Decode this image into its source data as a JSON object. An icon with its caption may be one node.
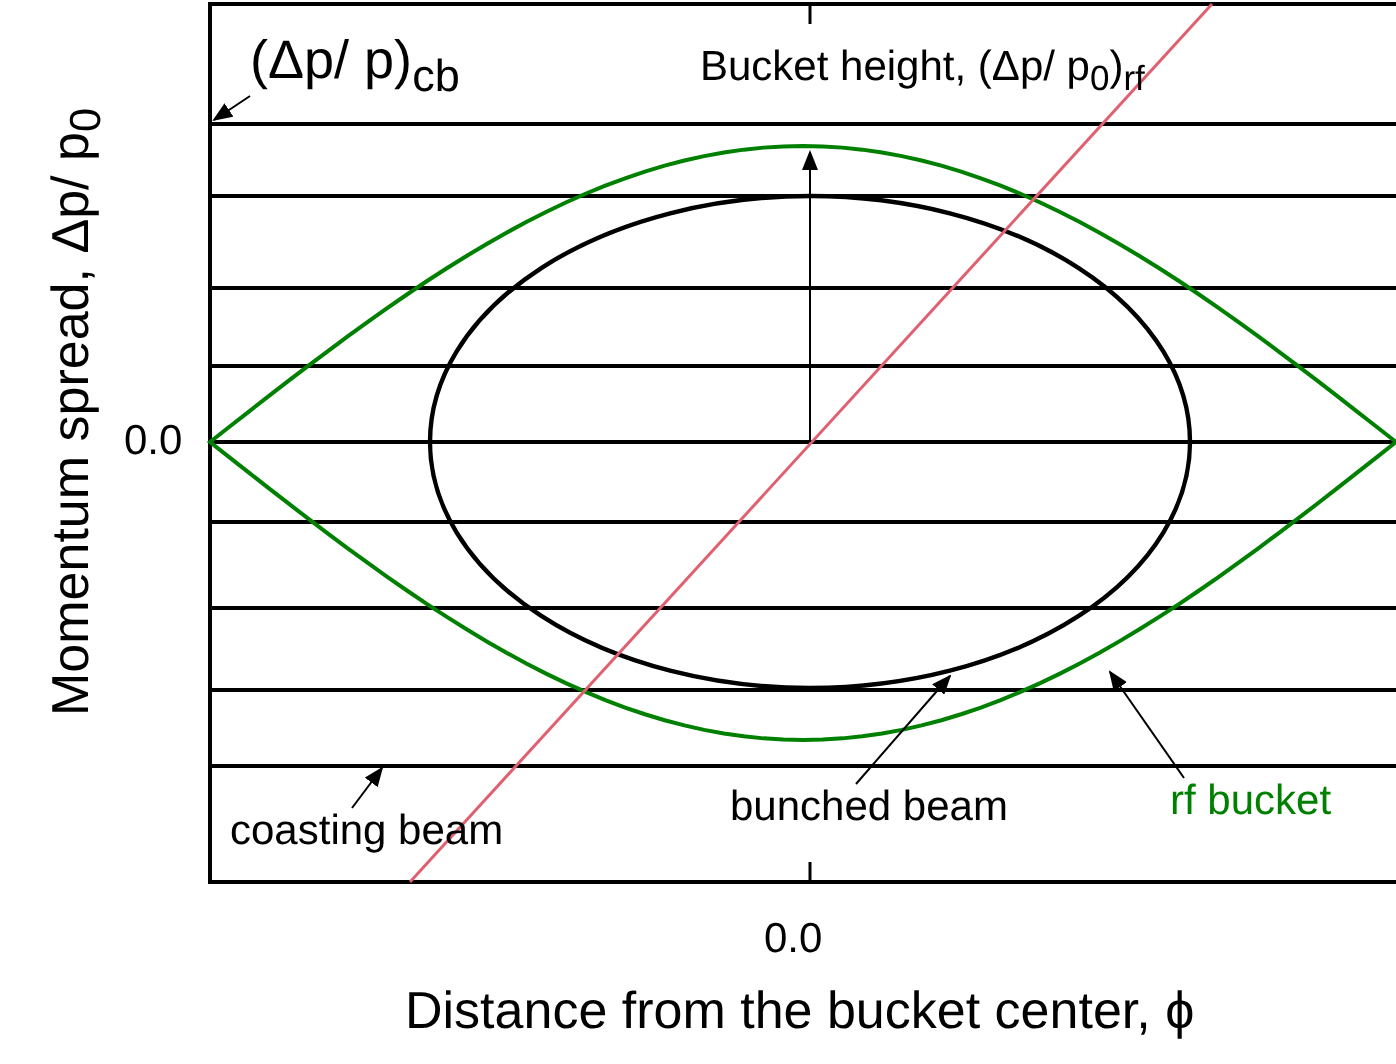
{
  "diagram": {
    "nodes": [
      {
        "text": [
          "(Δp/ p)$_{cb}$"
        ]
      },
      {
        "text": [
          "coasting beam"
        ]
      },
      {
        "text": [
          "bunched beam"
        ]
      },
      {
        "text": [
          "rf bucket"
        ]
      }
    ],
    "edges": [
      {
        "from": 0,
        "to": null,
        "arrow": "to"
      },
      {
        "from": 1,
        "to": null,
        "arrow": "to"
      },
      {
        "from": 2,
        "to": null,
        "arrow": "to"
      },
      {
        "from": 3,
        "to": null,
        "arrow": "to",
        "color": "#000000"
      }
    ],
    "labels": [
      "Bucket height, (Δp/ p$_{0}$)$_{rf}$",
      "Momentum spread, Δp/ p$_{0}$",
      "0.0",
      "0.0",
      "Distance from the bucket center, ϕ"
    ]
  }
}
